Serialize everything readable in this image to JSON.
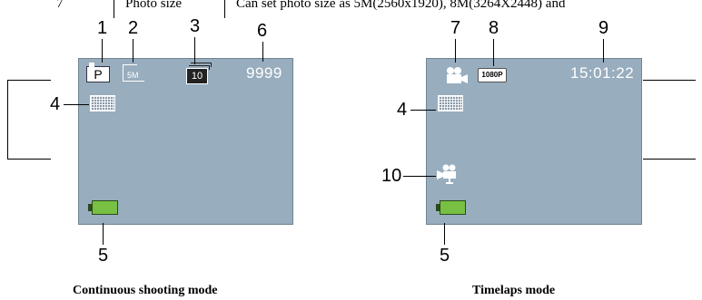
{
  "table_fragment": {
    "row_number": "7",
    "cell_left": "Photo size",
    "cell_right": "Can set photo size as 5M(2560x1920), 8M(3264X2448) and"
  },
  "left_screen": {
    "mode_letter": "P",
    "resolution": "5M",
    "burst_count": "10",
    "shots_remaining": "9999"
  },
  "right_screen": {
    "video_resolution": "1080P",
    "clock": "15:01:22"
  },
  "callouts_left": {
    "c1": "1",
    "c2": "2",
    "c3": "3",
    "c6": "6",
    "c4": "4",
    "c5": "5"
  },
  "callouts_right": {
    "c7": "7",
    "c8": "8",
    "c9": "9",
    "c4": "4",
    "c10": "10",
    "c5": "5"
  },
  "captions": {
    "left": "Continuous shooting mode",
    "right": "Timelaps mode"
  },
  "icons": [
    "photo-mode-icon",
    "resolution-icon",
    "burst-icon",
    "grid-icon",
    "battery-icon",
    "video-camera-icon",
    "timelapse-camera-icon"
  ],
  "colors": {
    "screen": "#98adbe",
    "battery": "#77c043",
    "readout": "#ffffff"
  }
}
